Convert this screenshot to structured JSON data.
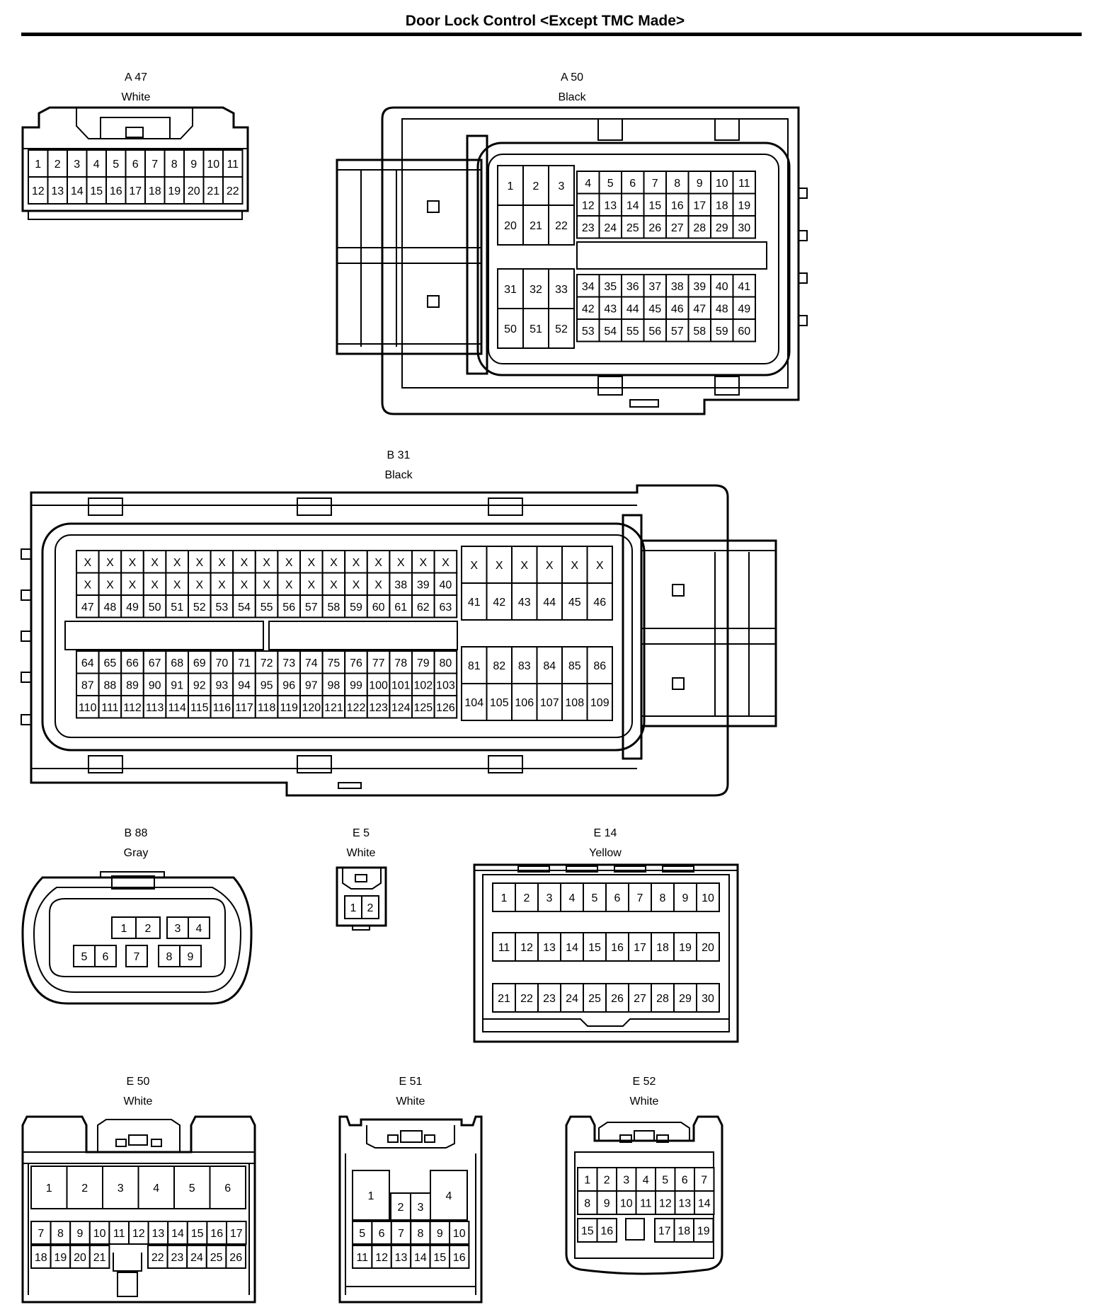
{
  "title": "Door Lock Control <Except TMC Made>",
  "connectors": [
    {
      "id": "A 47",
      "color": "White",
      "groups": [
        {
          "rows": [
            [
              "1",
              "2",
              "3",
              "4",
              "5",
              "6",
              "7",
              "8",
              "9",
              "10",
              "11"
            ],
            [
              "12",
              "13",
              "14",
              "15",
              "16",
              "17",
              "18",
              "19",
              "20",
              "21",
              "22"
            ]
          ]
        }
      ]
    },
    {
      "id": "A 50",
      "color": "Black",
      "groups": [
        {
          "rows": [
            [
              "1",
              "2",
              "3"
            ],
            [
              "20",
              "21",
              "22"
            ]
          ]
        },
        {
          "rows": [
            [
              "4",
              "5",
              "6",
              "7",
              "8",
              "9",
              "10",
              "11"
            ],
            [
              "12",
              "13",
              "14",
              "15",
              "16",
              "17",
              "18",
              "19"
            ],
            [
              "23",
              "24",
              "25",
              "26",
              "27",
              "28",
              "29",
              "30"
            ]
          ]
        },
        {
          "rows": [
            [
              "31",
              "32",
              "33"
            ],
            [
              "50",
              "51",
              "52"
            ]
          ]
        },
        {
          "rows": [
            [
              "34",
              "35",
              "36",
              "37",
              "38",
              "39",
              "40",
              "41"
            ],
            [
              "42",
              "43",
              "44",
              "45",
              "46",
              "47",
              "48",
              "49"
            ],
            [
              "53",
              "54",
              "55",
              "56",
              "57",
              "58",
              "59",
              "60"
            ]
          ]
        }
      ]
    },
    {
      "id": "B 31",
      "color": "Black",
      "groups": [
        {
          "rows": [
            [
              "X",
              "X",
              "X",
              "X",
              "X",
              "X",
              "X",
              "X",
              "X",
              "X",
              "X",
              "X",
              "X",
              "X",
              "X",
              "X",
              "X"
            ],
            [
              "X",
              "X",
              "X",
              "X",
              "X",
              "X",
              "X",
              "X",
              "X",
              "X",
              "X",
              "X",
              "X",
              "X",
              "38",
              "39",
              "40"
            ],
            [
              "47",
              "48",
              "49",
              "50",
              "51",
              "52",
              "53",
              "54",
              "55",
              "56",
              "57",
              "58",
              "59",
              "60",
              "61",
              "62",
              "63"
            ]
          ]
        },
        {
          "rows": [
            [
              "X",
              "X",
              "X",
              "X",
              "X",
              "X"
            ],
            [
              "41",
              "42",
              "43",
              "44",
              "45",
              "46"
            ]
          ]
        },
        {
          "rows": [
            [
              "64",
              "65",
              "66",
              "67",
              "68",
              "69",
              "70",
              "71",
              "72",
              "73",
              "74",
              "75",
              "76",
              "77",
              "78",
              "79",
              "80"
            ],
            [
              "87",
              "88",
              "89",
              "90",
              "91",
              "92",
              "93",
              "94",
              "95",
              "96",
              "97",
              "98",
              "99",
              "100",
              "101",
              "102",
              "103"
            ],
            [
              "110",
              "111",
              "112",
              "113",
              "114",
              "115",
              "116",
              "117",
              "118",
              "119",
              "120",
              "121",
              "122",
              "123",
              "124",
              "125",
              "126"
            ]
          ]
        },
        {
          "rows": [
            [
              "81",
              "82",
              "83",
              "84",
              "85",
              "86"
            ],
            [
              "104",
              "105",
              "106",
              "107",
              "108",
              "109"
            ]
          ]
        }
      ]
    },
    {
      "id": "B 88",
      "color": "Gray",
      "groups": [
        {
          "rows": [
            [
              "1",
              "2"
            ]
          ]
        },
        {
          "rows": [
            [
              "3",
              "4"
            ]
          ]
        },
        {
          "rows": [
            [
              "5",
              "6"
            ]
          ]
        },
        {
          "rows": [
            [
              "7"
            ]
          ]
        },
        {
          "rows": [
            [
              "8",
              "9"
            ]
          ]
        }
      ]
    },
    {
      "id": "E 5",
      "color": "White",
      "groups": [
        {
          "rows": [
            [
              "1",
              "2"
            ]
          ]
        }
      ]
    },
    {
      "id": "E 14",
      "color": "Yellow",
      "groups": [
        {
          "rows": [
            [
              "1",
              "2",
              "3",
              "4",
              "5",
              "6",
              "7",
              "8",
              "9",
              "10"
            ]
          ]
        },
        {
          "rows": [
            [
              "11",
              "12",
              "13",
              "14",
              "15",
              "16",
              "17",
              "18",
              "19",
              "20"
            ]
          ]
        },
        {
          "rows": [
            [
              "21",
              "22",
              "23",
              "24",
              "25",
              "26",
              "27",
              "28",
              "29",
              "30"
            ]
          ]
        }
      ]
    },
    {
      "id": "E 50",
      "color": "White",
      "groups": [
        {
          "rows": [
            [
              "1",
              "2",
              "3",
              "4",
              "5",
              "6"
            ]
          ]
        },
        {
          "rows": [
            [
              "7",
              "8",
              "9",
              "10",
              "11",
              "12",
              "13",
              "14",
              "15",
              "16",
              "17"
            ]
          ]
        },
        {
          "rows": [
            [
              "18",
              "19",
              "20",
              "21"
            ]
          ]
        },
        {
          "rows": [
            [
              "22",
              "23",
              "24",
              "25",
              "26"
            ]
          ]
        }
      ]
    },
    {
      "id": "E 51",
      "color": "White",
      "groups": [
        {
          "rows": [
            [
              "1"
            ]
          ]
        },
        {
          "rows": [
            [
              "2",
              "3"
            ]
          ]
        },
        {
          "rows": [
            [
              "4"
            ]
          ]
        },
        {
          "rows": [
            [
              "5",
              "6",
              "7",
              "8",
              "9",
              "10"
            ]
          ]
        },
        {
          "rows": [
            [
              "11",
              "12",
              "13",
              "14",
              "15",
              "16"
            ]
          ]
        }
      ]
    },
    {
      "id": "E 52",
      "color": "White",
      "groups": [
        {
          "rows": [
            [
              "1",
              "2",
              "3",
              "4",
              "5",
              "6",
              "7"
            ],
            [
              "8",
              "9",
              "10",
              "11",
              "12",
              "13",
              "14"
            ]
          ]
        },
        {
          "rows": [
            [
              "15",
              "16"
            ]
          ]
        },
        {
          "rows": [
            [
              "17",
              "18",
              "19"
            ]
          ]
        }
      ]
    }
  ]
}
